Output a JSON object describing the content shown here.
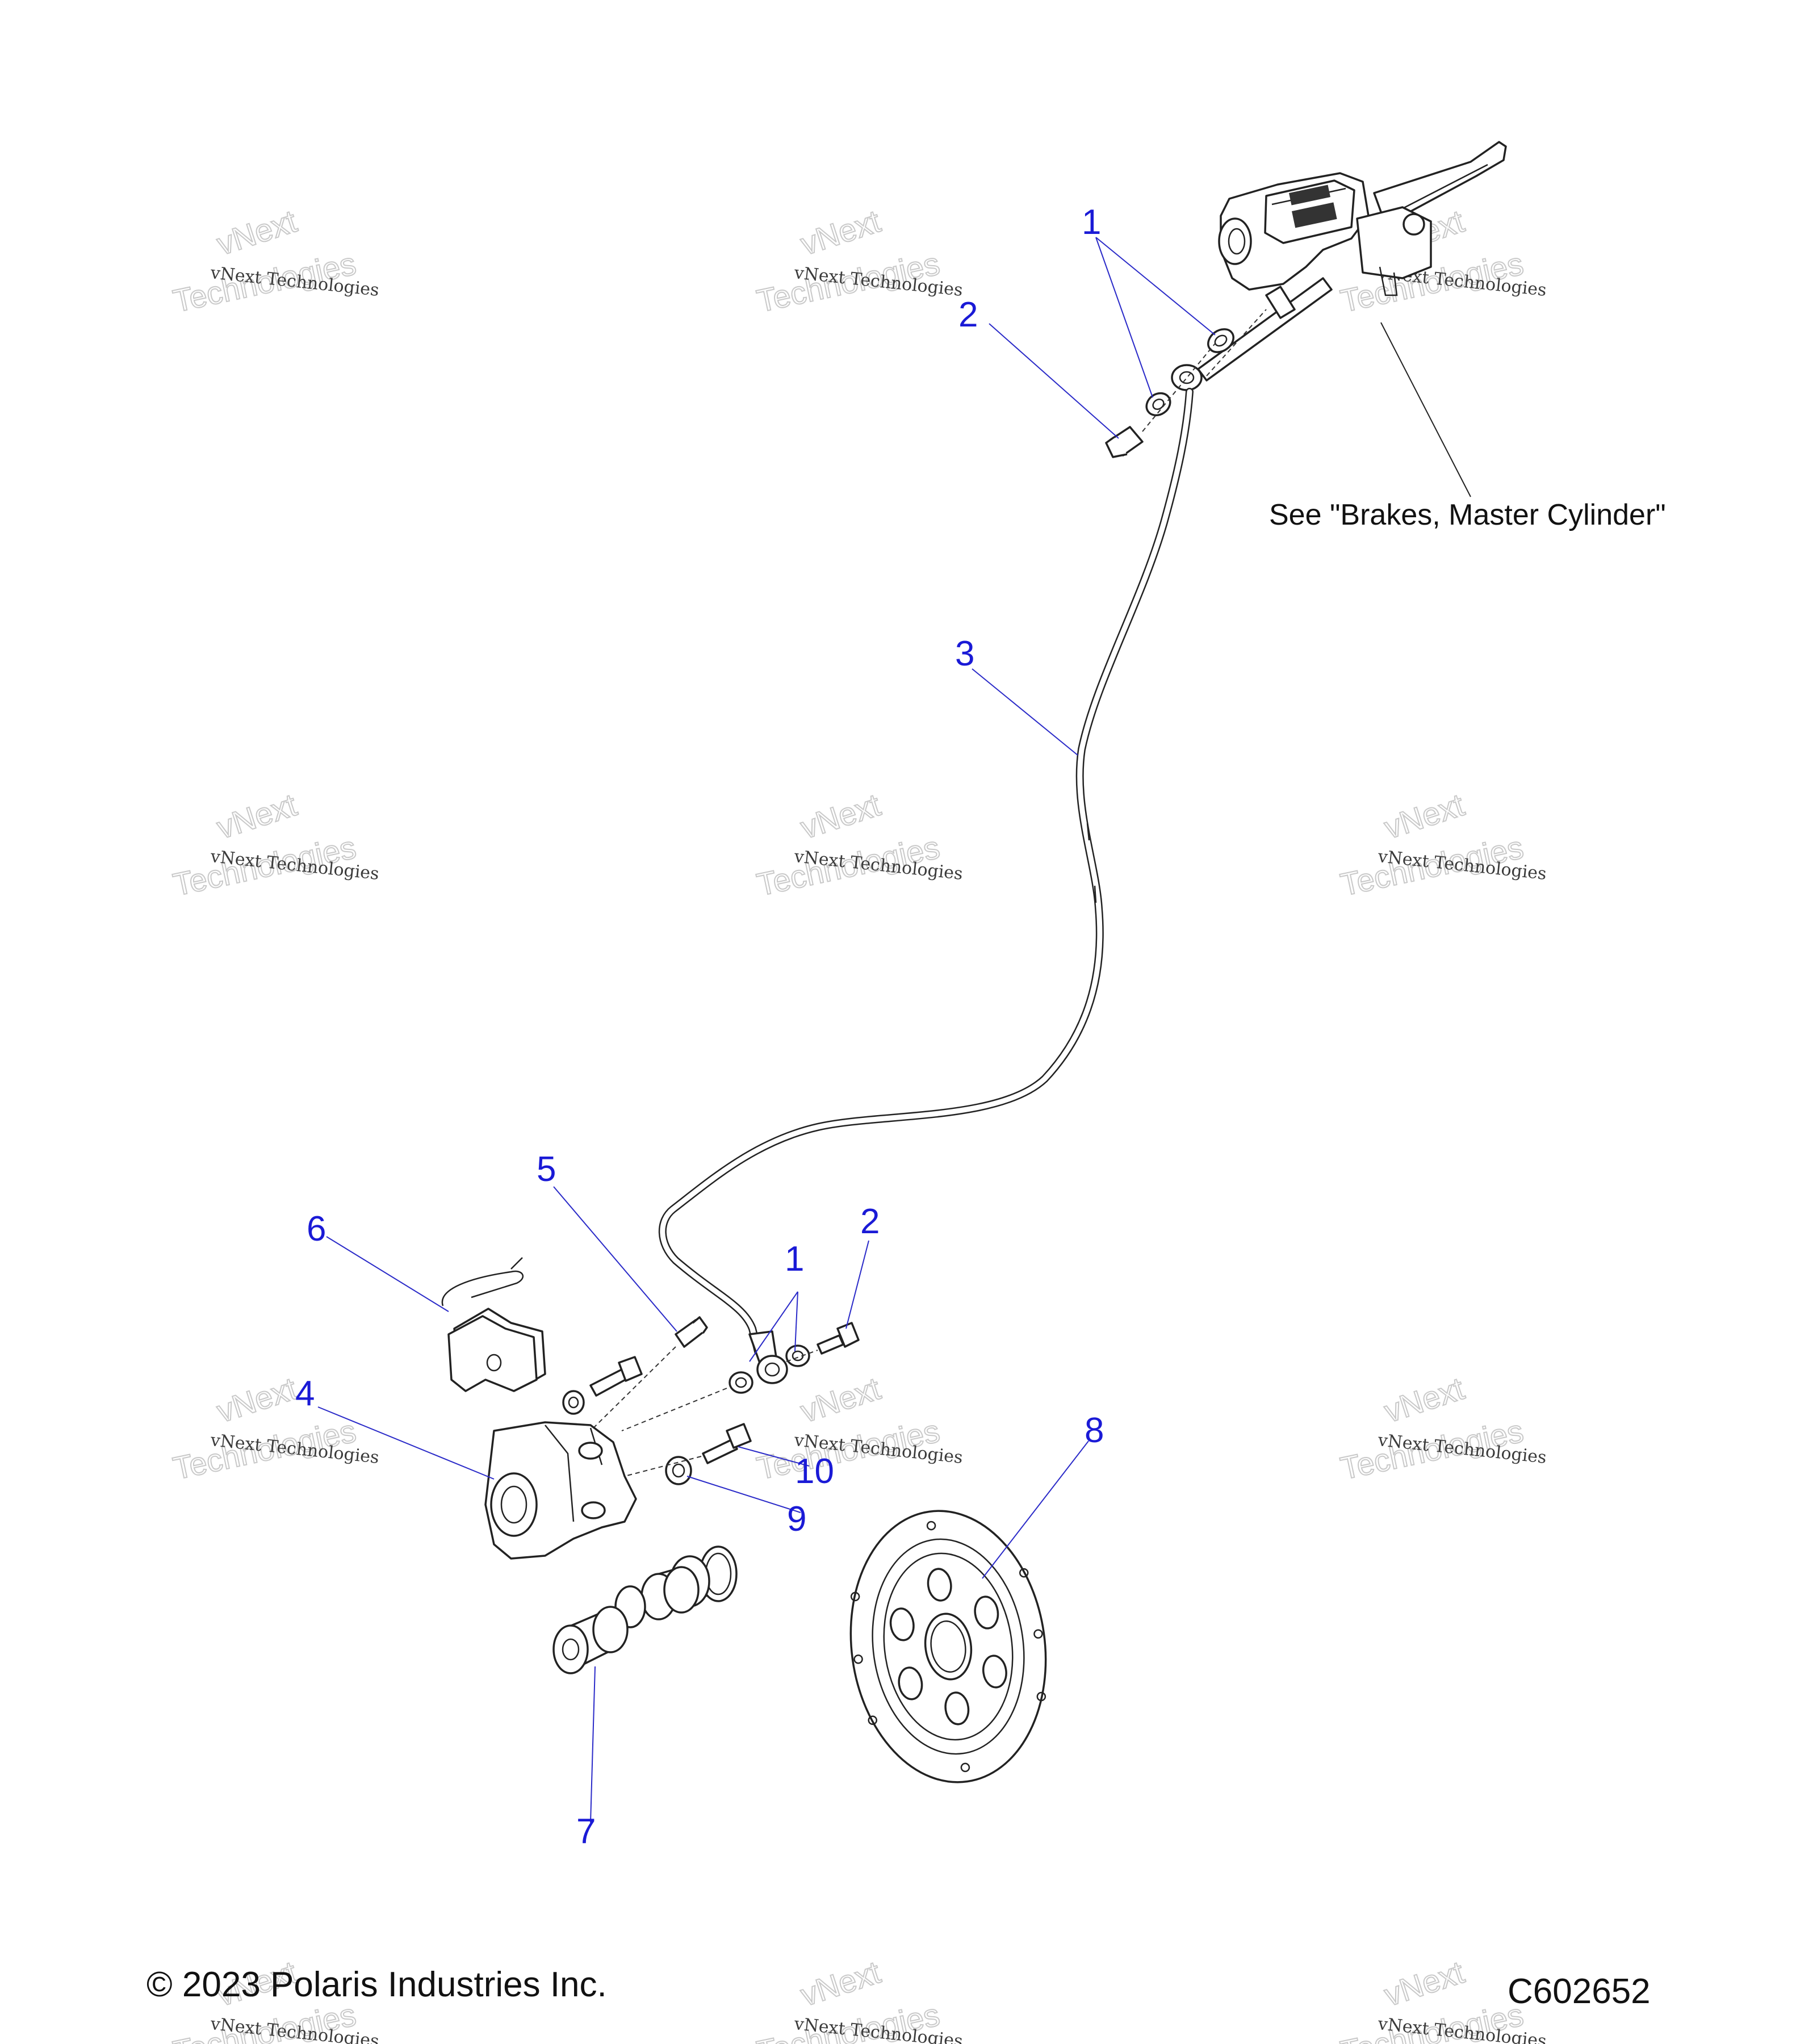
{
  "diagram": {
    "callouts": [
      "1",
      "2",
      "3",
      "5",
      "6",
      "1",
      "2",
      "4",
      "8",
      "10",
      "9",
      "7"
    ],
    "note": "See \"Brakes, Master Cylinder\"",
    "copyright": "© 2023 Polaris Industries Inc.",
    "figure_code": "C602652",
    "watermark": {
      "line1": "vNext Technologies",
      "line2": "vNext",
      "line3": "Technologies"
    }
  }
}
